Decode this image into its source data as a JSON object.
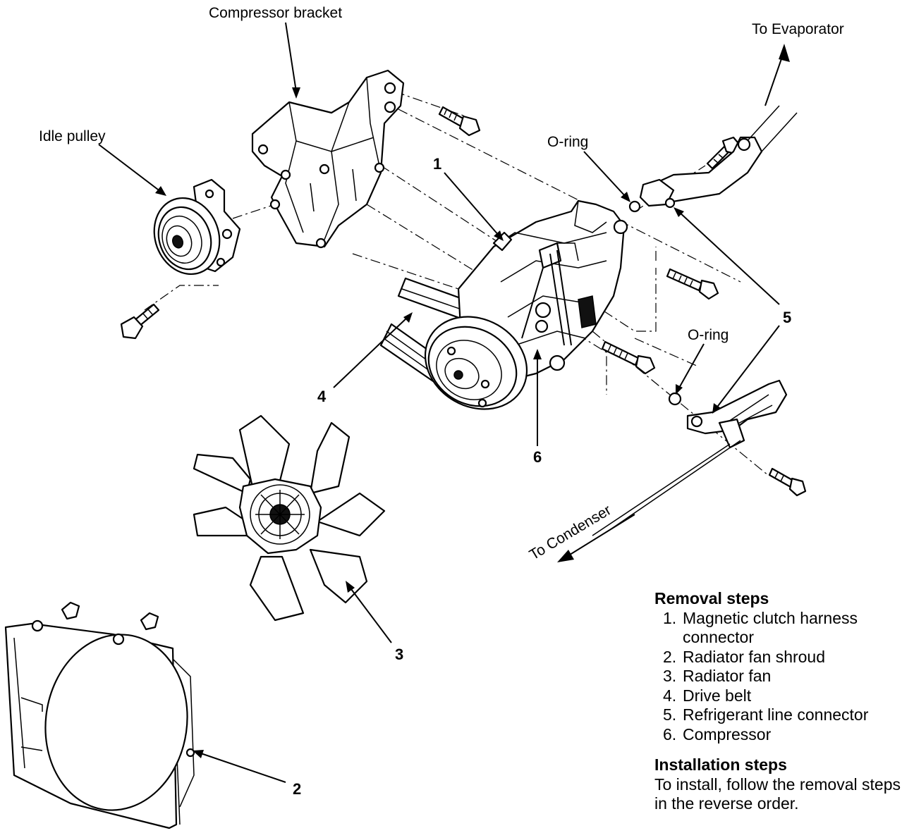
{
  "labels": {
    "compressor_bracket": "Compressor bracket",
    "idle_pulley": "Idle pulley",
    "o_ring_upper": "O-ring",
    "o_ring_lower": "O-ring",
    "to_evaporator": "To Evaporator",
    "to_condenser": "To Condenser"
  },
  "callouts": [
    "1",
    "2",
    "3",
    "4",
    "5",
    "6"
  ],
  "removal": {
    "heading": "Removal steps",
    "steps": [
      "Magnetic clutch harness connector",
      "Radiator fan shroud",
      "Radiator fan",
      "Drive belt",
      "Refrigerant line connector",
      "Compressor"
    ]
  },
  "installation": {
    "heading": "Installation steps",
    "text": "To install, follow the removal steps in the reverse order."
  }
}
